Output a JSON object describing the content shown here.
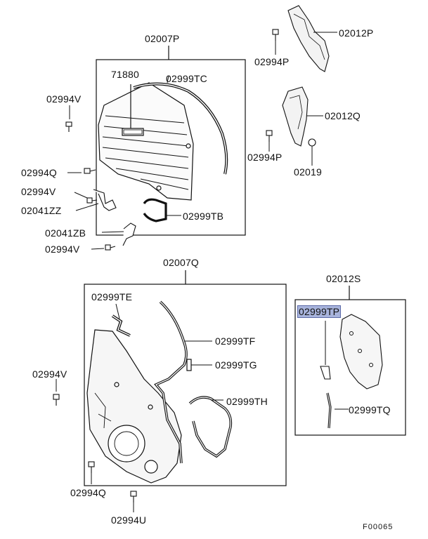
{
  "diagram": {
    "labels": {
      "p02007P": "02007P",
      "p71880": "71880",
      "p02999TC": "02999TC",
      "p02994V_a": "02994V",
      "p02994Q_a": "02994Q",
      "p02994V_b": "02994V",
      "p02041ZZ": "02041ZZ",
      "p02999TB": "02999TB",
      "p02041ZB": "02041ZB",
      "p02994V_c": "02994V",
      "p02012P": "02012P",
      "p02994P_a": "02994P",
      "p02012Q": "02012Q",
      "p02994P_b": "02994P",
      "p02019": "02019",
      "p02007Q": "02007Q",
      "p02999TE": "02999TE",
      "p02999TF": "02999TF",
      "p02999TG": "02999TG",
      "p02999TH": "02999TH",
      "p02994V_d": "02994V",
      "p02994Q_b": "02994Q",
      "p02994U": "02994U",
      "p02012S": "02012S",
      "p02999TP": "02999TP",
      "p02999TQ": "02999TQ",
      "figure_code": "F00065"
    },
    "highlight_color": "#a8b4dc"
  }
}
